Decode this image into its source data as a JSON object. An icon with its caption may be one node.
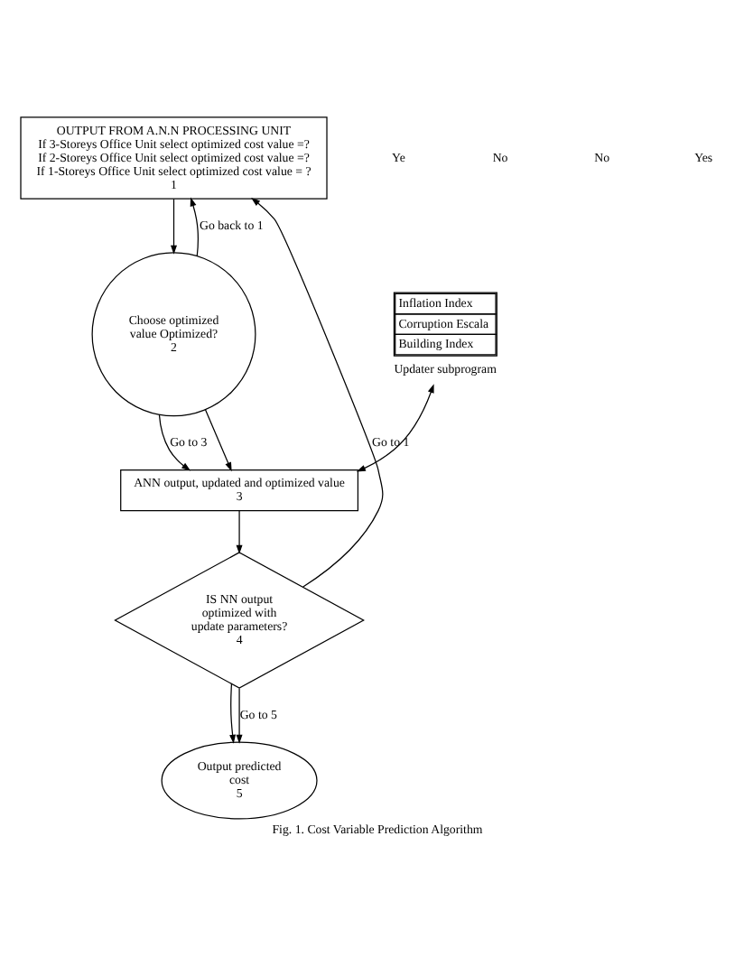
{
  "diagram": {
    "caption": "Fig. 1. Cost Variable Prediction Algorithm",
    "nodes": [
      {
        "text": [
          "OUTPUT FROM A.N.N PROCESSING UNIT",
          "If 3-Storeys Office Unit select optimized cost value =? If 2-Storeys Office Unit select optimized cost value =? If 1-Storeys Office Unit select optimized cost value = ?",
          "1"
        ]
      },
      {
        "text": [
          "Choose optimized value Optimized?",
          "2"
        ]
      },
      {
        "text": [
          "Inflation Index",
          "Corruption Escala",
          "Building Index"
        ],
        "beside": [
          "Updater subprogram"
        ]
      },
      {
        "text": [
          "ANN output, updated and optimized value",
          "3"
        ]
      },
      {
        "text": [
          "IS NN output optimized with update parameters?",
          "4"
        ]
      },
      {
        "text": [
          "Output predicted cost",
          "5"
        ]
      }
    ],
    "edges": [
      {
        "from": 0,
        "to": 1,
        "arrow": "to"
      },
      {
        "from": 1,
        "to": 0,
        "arrow": "to",
        "label": "Go back to 1"
      },
      {
        "from": 1,
        "to": 3,
        "arrow": "to",
        "label": "Go to 3"
      },
      {
        "from": 1,
        "to": 3,
        "arrow": "to"
      },
      {
        "from": 2,
        "to": 3,
        "arrow": "both"
      },
      {
        "from": 3,
        "to": 4,
        "arrow": "to"
      },
      {
        "from": 4,
        "to": 0,
        "arrow": "to",
        "label": "Go to 1"
      },
      {
        "from": 4,
        "to": 5,
        "arrow": "to"
      },
      {
        "from": 4,
        "to": 5,
        "arrow": "to",
        "label": "Go to 5"
      }
    ],
    "labels": [
      "Ye",
      "No",
      "No",
      "Yes"
    ]
  }
}
